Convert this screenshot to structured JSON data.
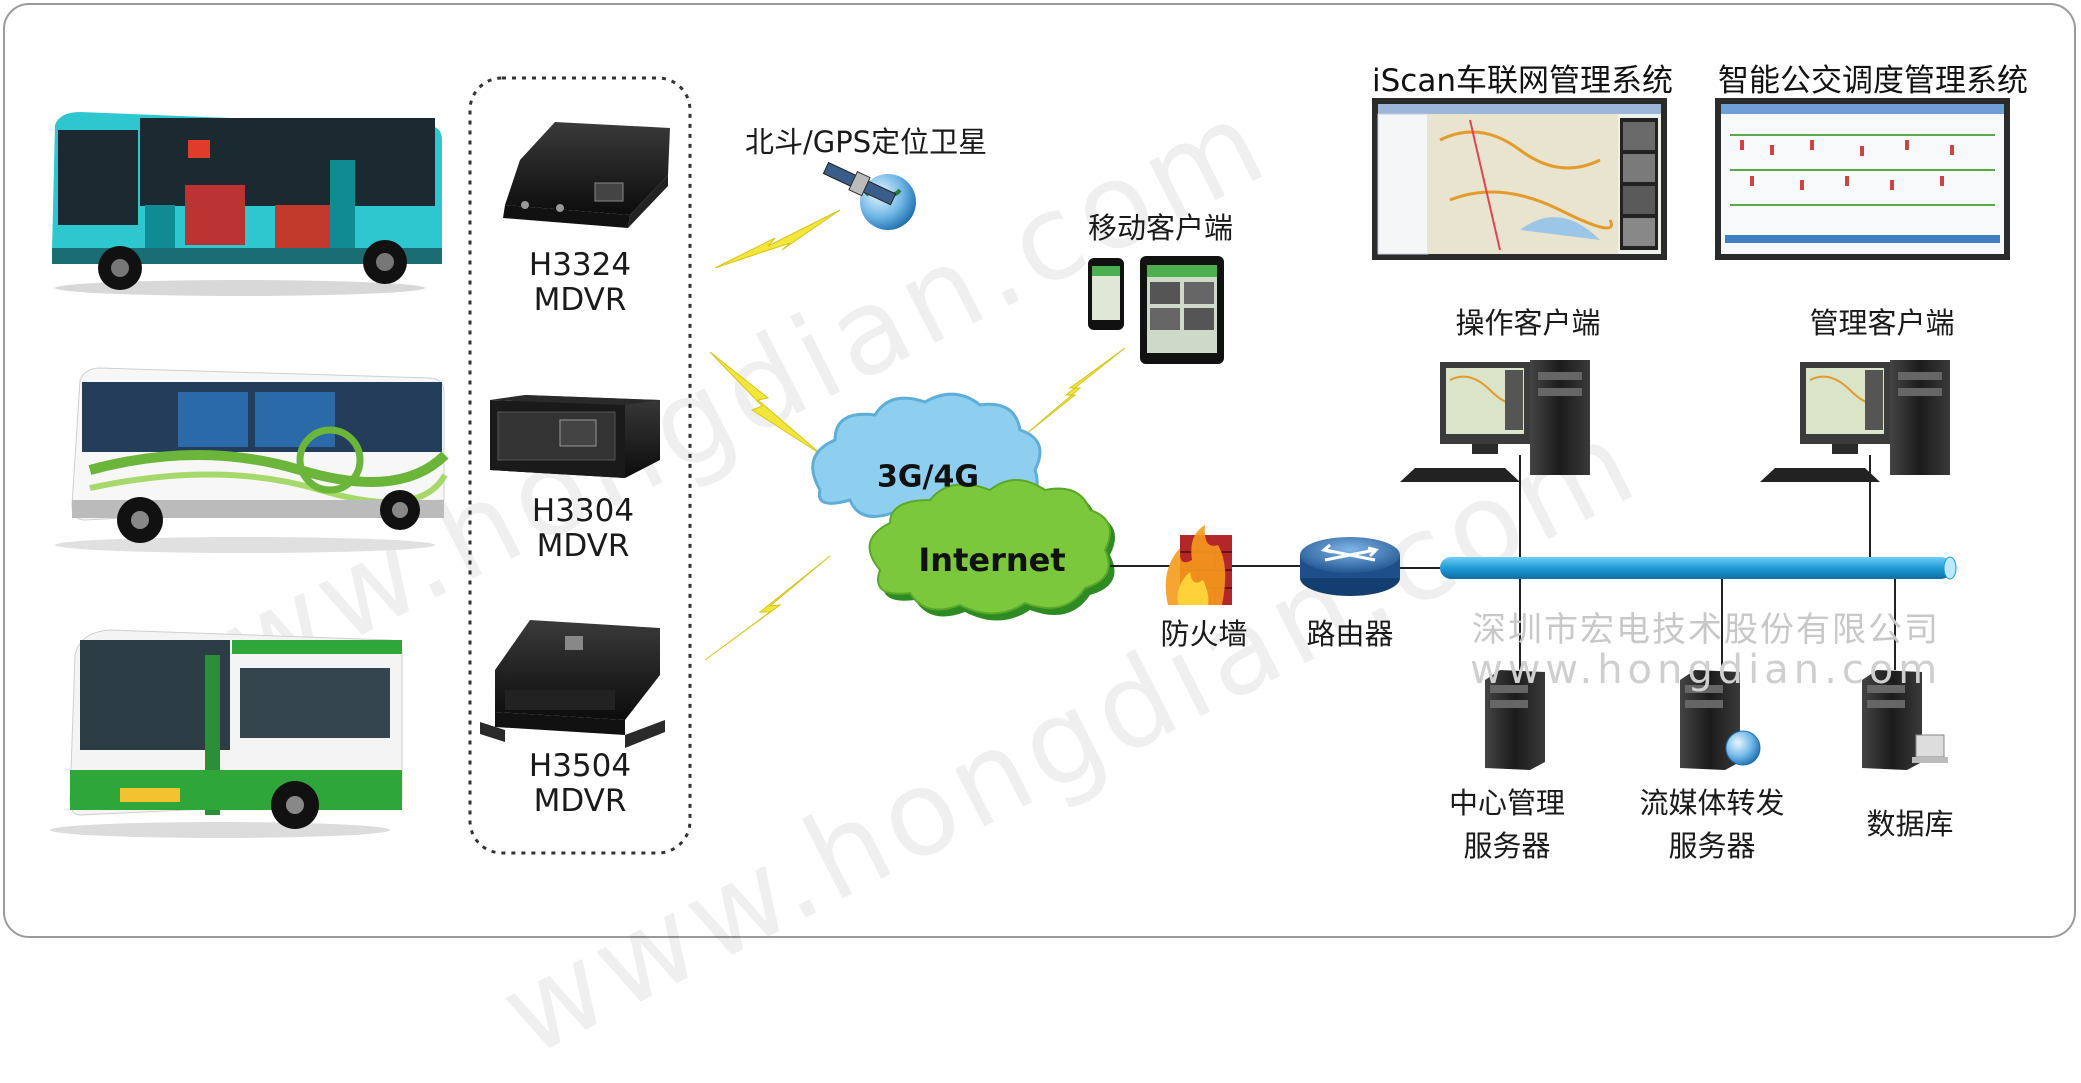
{
  "devices": [
    {
      "model": "H3324",
      "type": "MDVR"
    },
    {
      "model": "H3304",
      "type": "MDVR"
    },
    {
      "model": "H3504",
      "type": "MDVR"
    }
  ],
  "satellite_label": "北斗/GPS定位卫星",
  "mobile_label": "移动客户端",
  "cloud_3g": "3G/4G",
  "cloud_internet": "Internet",
  "firewall_label": "防火墙",
  "router_label": "路由器",
  "screens": [
    {
      "title": "iScan车联网管理系统"
    },
    {
      "title": "智能公交调度管理系统"
    }
  ],
  "clients": [
    {
      "label": "操作客户端"
    },
    {
      "label": "管理客户端"
    }
  ],
  "servers": [
    {
      "line1": "中心管理",
      "line2": "服务器"
    },
    {
      "line1": "流媒体转发",
      "line2": "服务器"
    },
    {
      "line1": "数据库",
      "line2": ""
    }
  ],
  "watermark": {
    "company": "深圳市宏电技术股份有限公司",
    "url": "www.hongdian.com",
    "diagonal": "www.hongdian.com"
  },
  "colors": {
    "bus_teal": "#2fc7cf",
    "bus_green": "#3aa83a",
    "cloud_blue": "#8ecff0",
    "cloud_green": "#7cc83c",
    "lightning": "#f2e63a",
    "network_bar": "#2aa8dc",
    "device": "#1e1e1e"
  }
}
